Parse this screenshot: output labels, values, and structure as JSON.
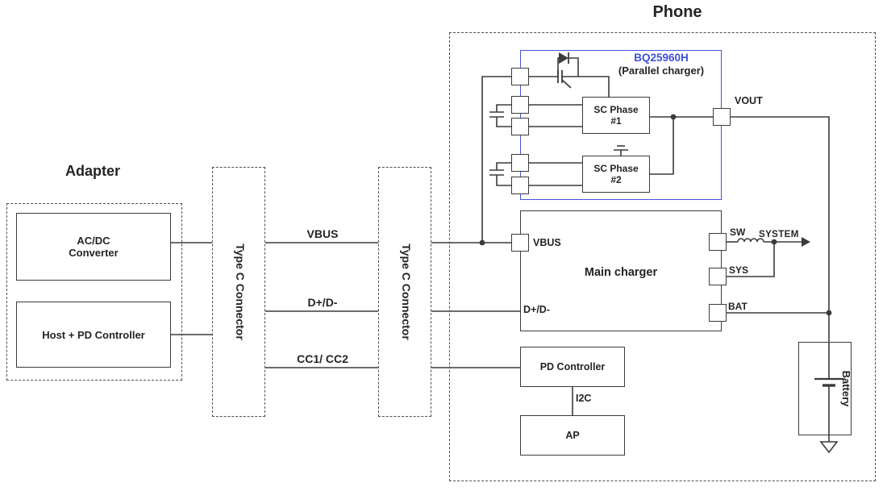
{
  "colors": {
    "wire": "#3b3b3b",
    "accent_blue": "#3f4fd8"
  },
  "titles": {
    "phone": "Phone",
    "adapter": "Adapter"
  },
  "adapter": {
    "acdc": "AC/DC\nConverter",
    "host_pd": "Host + PD Controller"
  },
  "connectors": {
    "left": "Type C Connector",
    "right": "Type C Connector"
  },
  "signals": {
    "vbus": "VBUS",
    "data": "D+/D-",
    "cc": "CC1/ CC2"
  },
  "bq25960h": {
    "name": "BQ25960H",
    "subtitle": "(Parallel charger)",
    "sc_phase1": "SC Phase\n#1",
    "sc_phase2": "SC Phase\n#2",
    "vout": "VOUT"
  },
  "main_charger": {
    "title": "Main charger",
    "pin_vbus": "VBUS",
    "pin_data": "D+/D-",
    "pin_sw": "SW",
    "pin_sys": "SYS",
    "pin_bat": "BAT",
    "system": "SYSTEM"
  },
  "pd_section": {
    "controller": "PD Controller",
    "bus": "I2C",
    "ap": "AP"
  },
  "battery": {
    "label": "Battery"
  }
}
